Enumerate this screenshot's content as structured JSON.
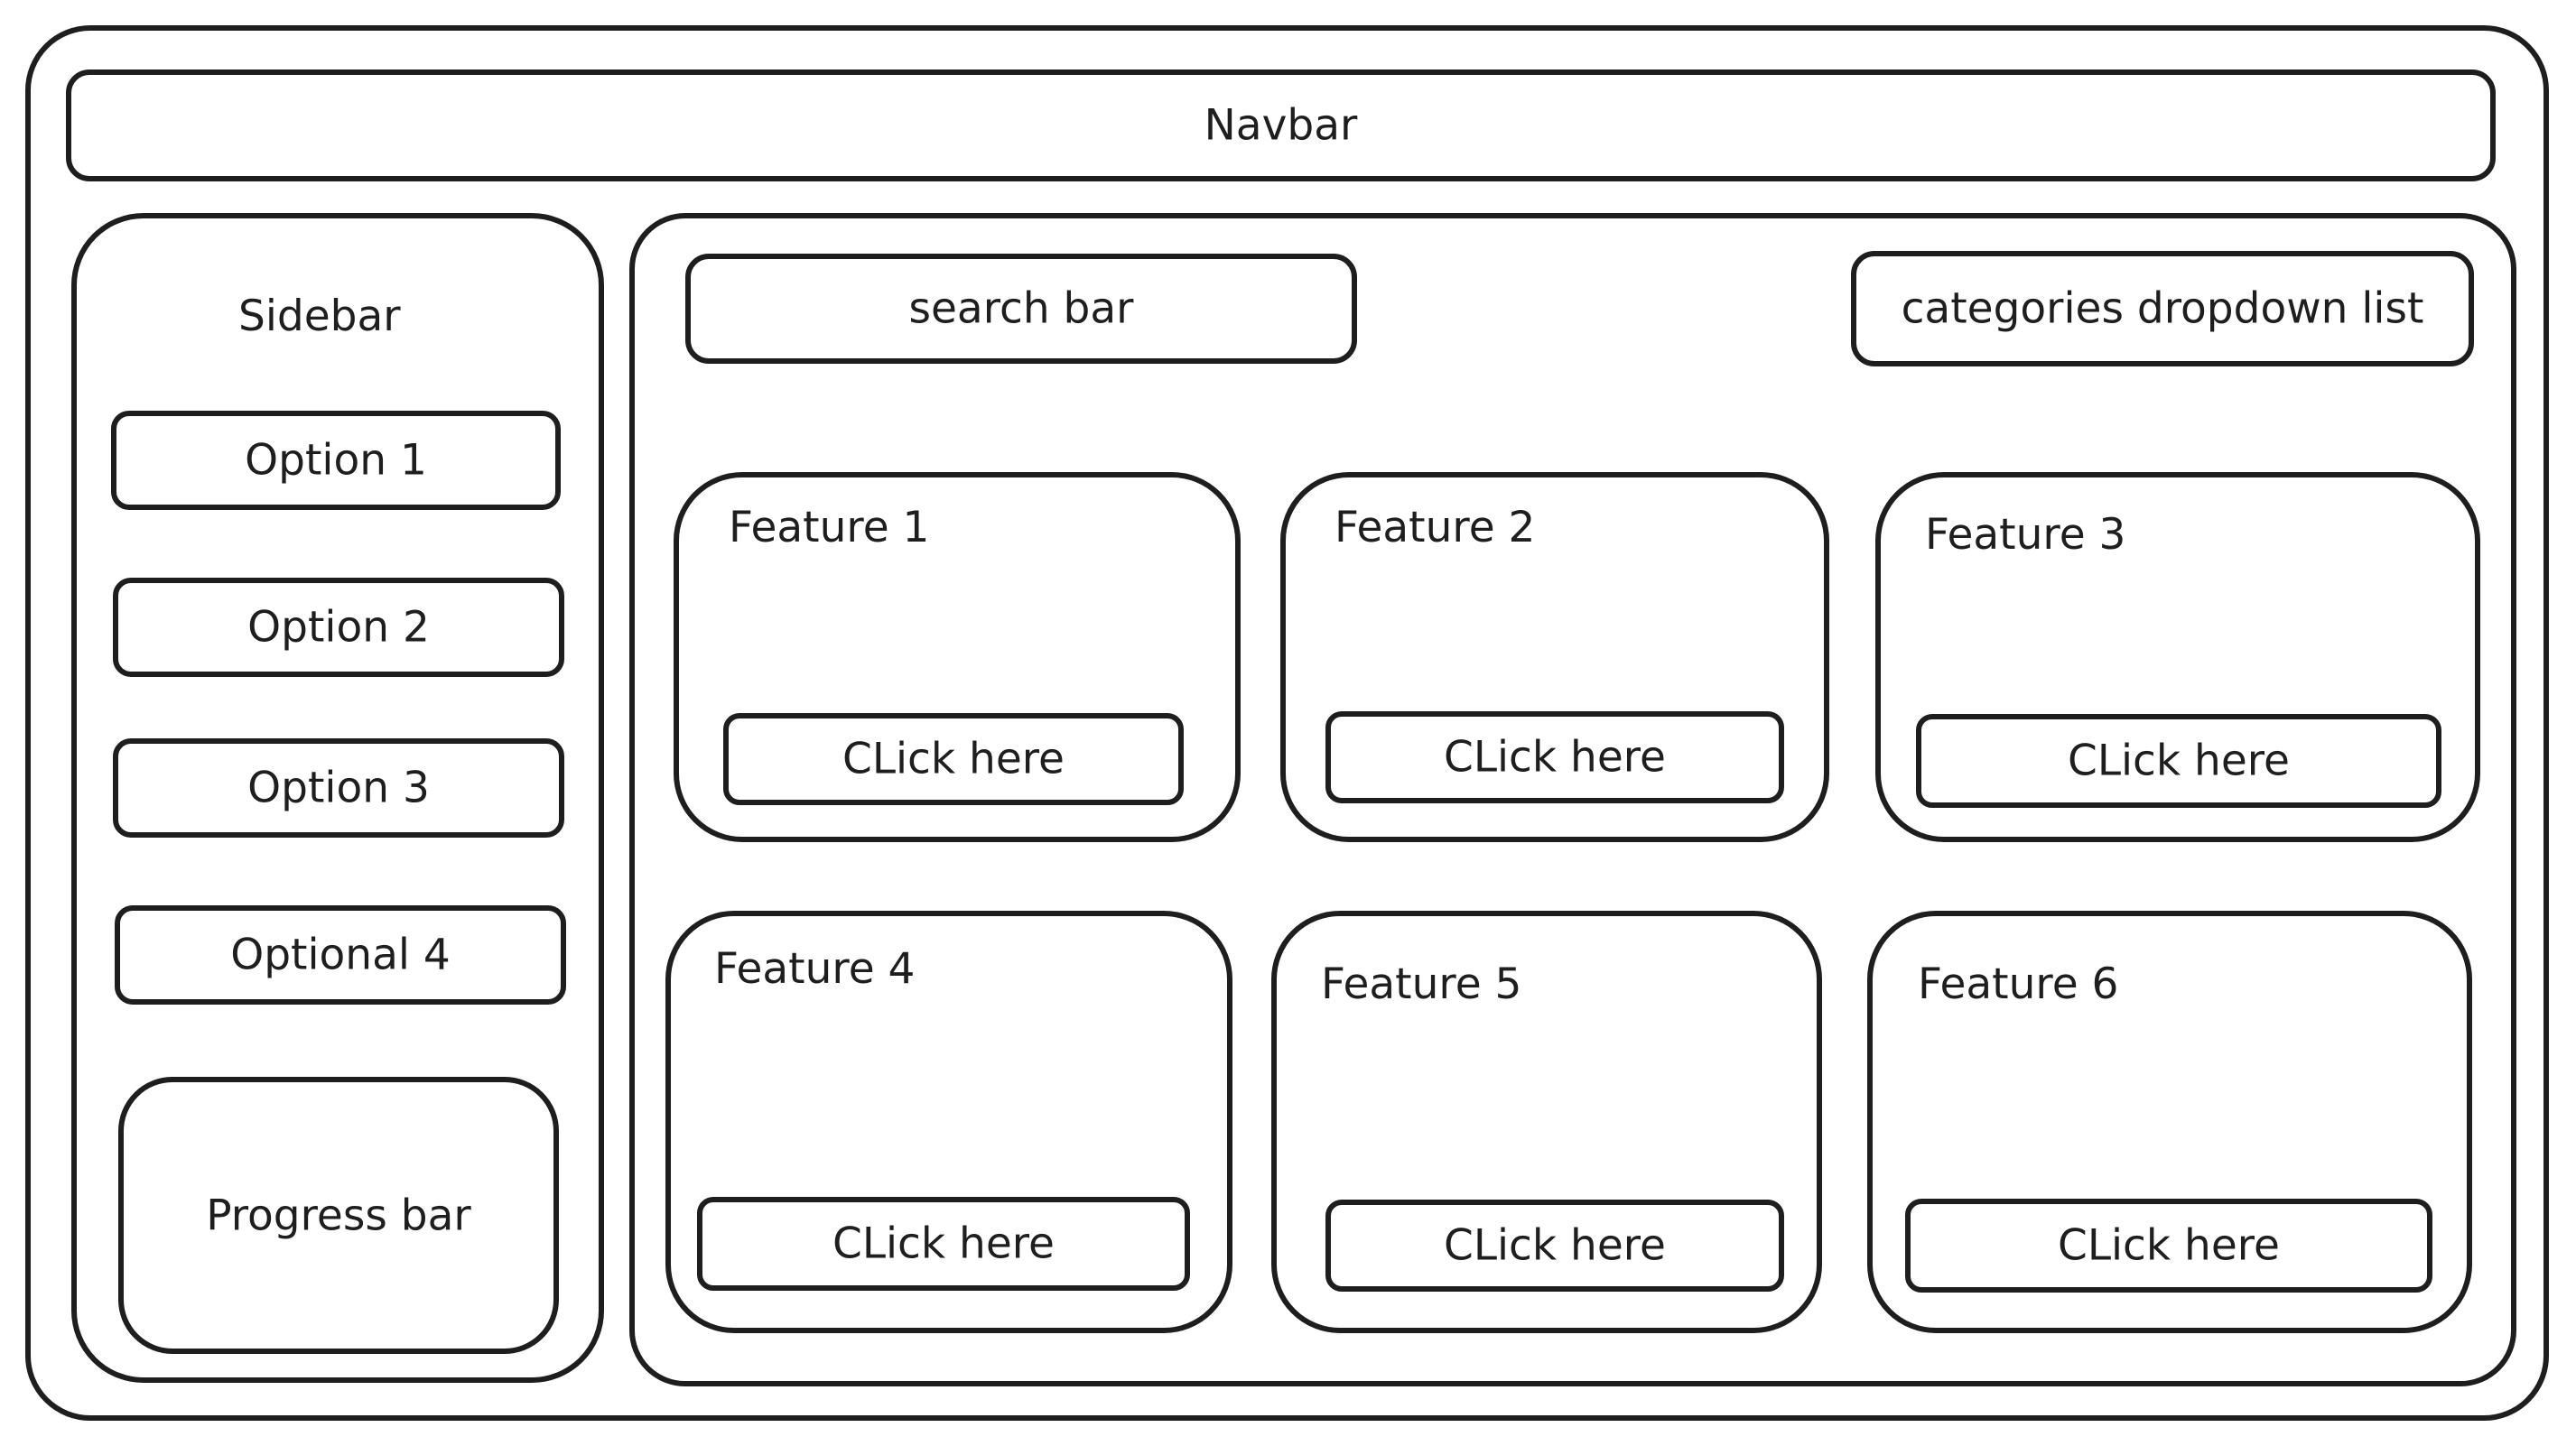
{
  "navbar": {
    "label": "Navbar"
  },
  "sidebar": {
    "title": "Sidebar",
    "options": [
      "Option 1",
      "Option 2",
      "Option 3",
      "Optional 4"
    ],
    "progress_label": "Progress bar"
  },
  "main": {
    "search_label": "search bar",
    "dropdown_label": "categories dropdown list",
    "features": [
      {
        "title": "Feature 1",
        "button": "CLick here"
      },
      {
        "title": "Feature 2",
        "button": "CLick here"
      },
      {
        "title": "Feature 3",
        "button": "CLick here"
      },
      {
        "title": "Feature 4",
        "button": "CLick here"
      },
      {
        "title": "Feature 5",
        "button": "CLick here"
      },
      {
        "title": "Feature 6",
        "button": "CLick here"
      }
    ]
  }
}
